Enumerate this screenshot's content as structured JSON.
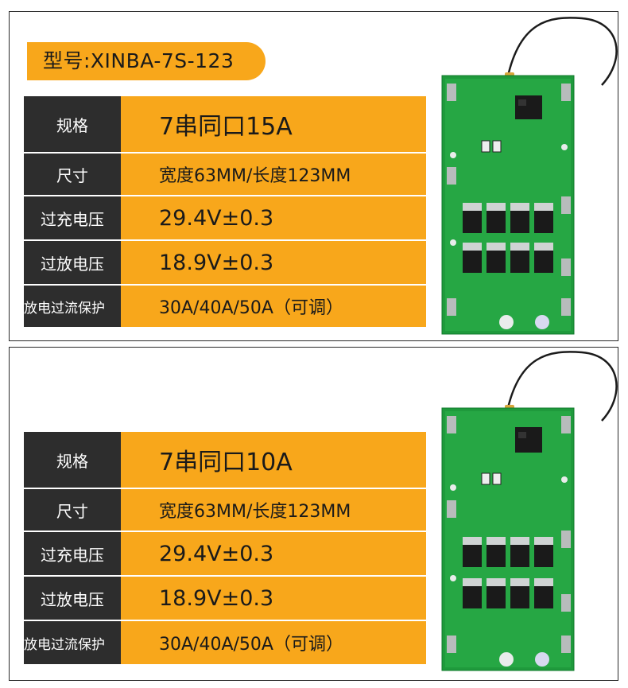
{
  "model_tag": "型号:XINBA-7S-123",
  "products": [
    {
      "specs": [
        {
          "label": "规格",
          "value": "7串同口15A"
        },
        {
          "label": "尺寸",
          "value": "宽度63MM/长度123MM"
        },
        {
          "label": "过充电压",
          "value": "29.4V±0.3"
        },
        {
          "label": "过放电压",
          "value": "18.9V±0.3"
        },
        {
          "label": "放电过流保护",
          "value": "30A/40A/50A（可调）"
        }
      ]
    },
    {
      "specs": [
        {
          "label": "规格",
          "value": "7串同口10A"
        },
        {
          "label": "尺寸",
          "value": "宽度63MM/长度123MM"
        },
        {
          "label": "过充电压",
          "value": "29.4V±0.3"
        },
        {
          "label": "过放电压",
          "value": "18.9V±0.3"
        },
        {
          "label": "放电过流保护",
          "value": "30A/40A/50A（可调）"
        }
      ]
    }
  ],
  "colors": {
    "accent": "#f8a71b",
    "label_bg": "#2d2d2d",
    "pcb_green": "#1f9a3c",
    "border": "#2a2a2a"
  }
}
